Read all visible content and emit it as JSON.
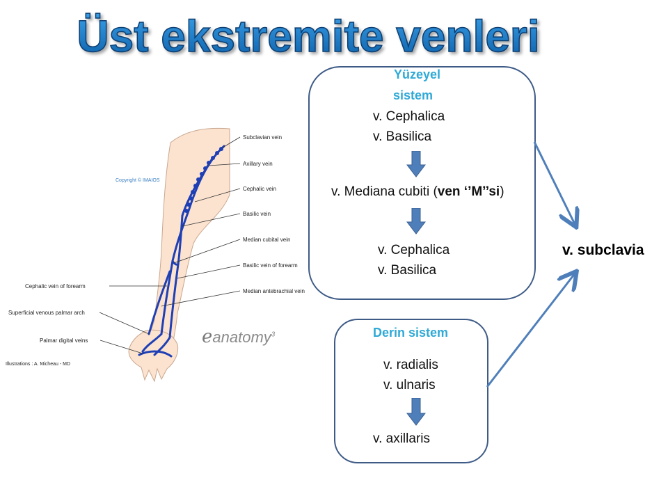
{
  "title": "Üst ekstremite venleri",
  "colors": {
    "title": "#1e6fb0",
    "heading": "#2fa9d6",
    "arrow": "#4f7fba",
    "vein": "#1f3fb5",
    "skin": "#fbe3d0"
  },
  "superficial": {
    "heading_line1": "Yüzeyel",
    "heading_line2": "sistem",
    "first_group": [
      "v. Cephalica",
      "v. Basilica"
    ],
    "median_prefix": "v. Mediana cubiti (",
    "median_bold": "ven ‘’M’’si",
    "median_suffix": ")",
    "second_group": [
      "v. Cephalica",
      "v. Basilica"
    ]
  },
  "deep": {
    "heading": "Derin sistem",
    "first_group": [
      "v. radialis",
      "v. ulnaris"
    ],
    "result": "v. axillaris"
  },
  "target": "v. subclavia",
  "illustration": {
    "labels": [
      "Subclavian vein",
      "Axillary vein",
      "Cephalic vein",
      "Basilic vein",
      "Median cubital vein",
      "Basilic vein of forearm",
      "Median antebrachial vein",
      "Cephalic vein of forearm",
      "Superficial venous palmar arch",
      "Palmar digital veins"
    ],
    "copyright": "Copyright © IMAIOS",
    "brand": "anatomy",
    "brand_sup": "3",
    "credit": "Illustrations : A. Micheau - MD"
  }
}
